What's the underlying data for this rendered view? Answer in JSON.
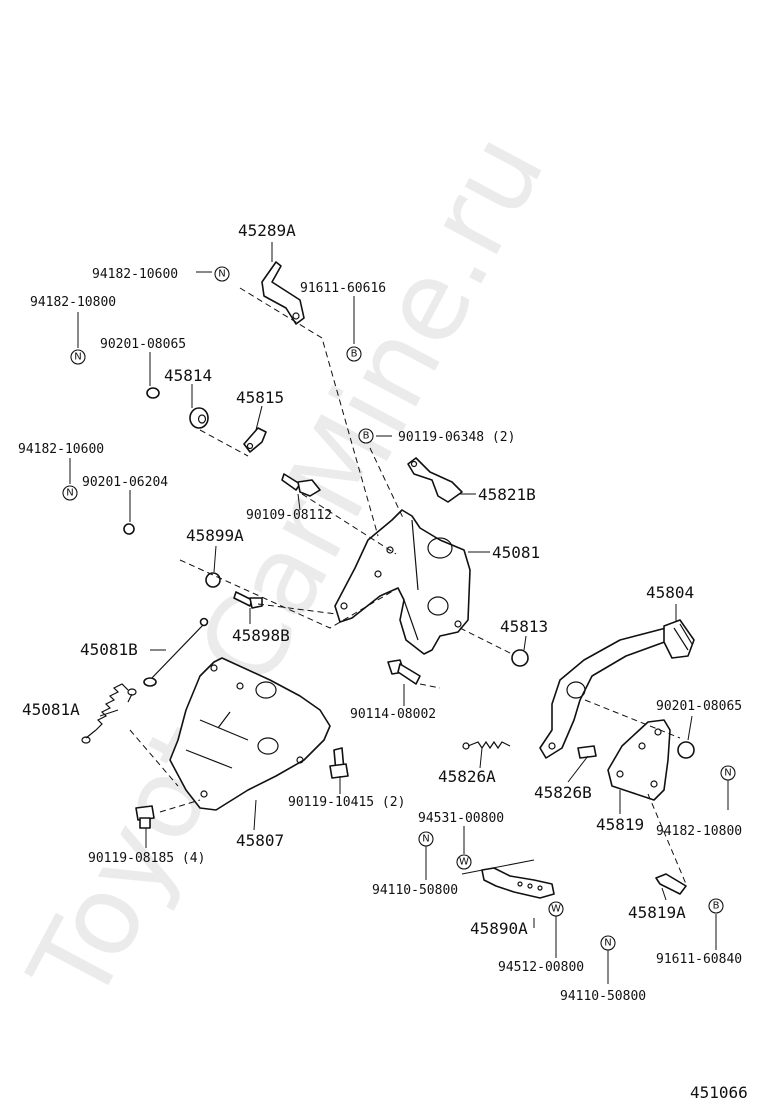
{
  "watermark": "ToyotaCarMine.ru",
  "figure_number": "451066",
  "symbols": {
    "N": "N",
    "B": "B",
    "W": "W"
  },
  "labels": {
    "p45289A": "45289A",
    "p94182_10600_top": "94182-10600",
    "p91611_60616": "91611-60616",
    "p94182_10800_left": "94182-10800",
    "p90201_08065_left": "90201-08065",
    "p45814": "45814",
    "p45815": "45815",
    "p90119_06348": "90119-06348 (2)",
    "p94182_10600_left": "94182-10600",
    "p90201_06204": "90201-06204",
    "p45821B": "45821B",
    "p90109_08112": "90109-08112",
    "p45081": "45081",
    "p45899A": "45899A",
    "p45898B": "45898B",
    "p45804": "45804",
    "p45081B": "45081B",
    "p45813": "45813",
    "p45081A": "45081A",
    "p90114_08002": "90114-08002",
    "p90201_08065_right": "90201-08065",
    "p45826A": "45826A",
    "p45826B": "45826B",
    "p90119_10415": "90119-10415 (2)",
    "p94531_00800": "94531-00800",
    "p45819": "45819",
    "p94182_10800_right": "94182-10800",
    "p45807": "45807",
    "p90119_08185": "90119-08185 (4)",
    "p94110_50800_left": "94110-50800",
    "p45890A": "45890A",
    "p45819A": "45819A",
    "p94512_00800": "94512-00800",
    "p91611_60840": "91611-60840",
    "p94110_50800_bottom": "94110-50800"
  }
}
